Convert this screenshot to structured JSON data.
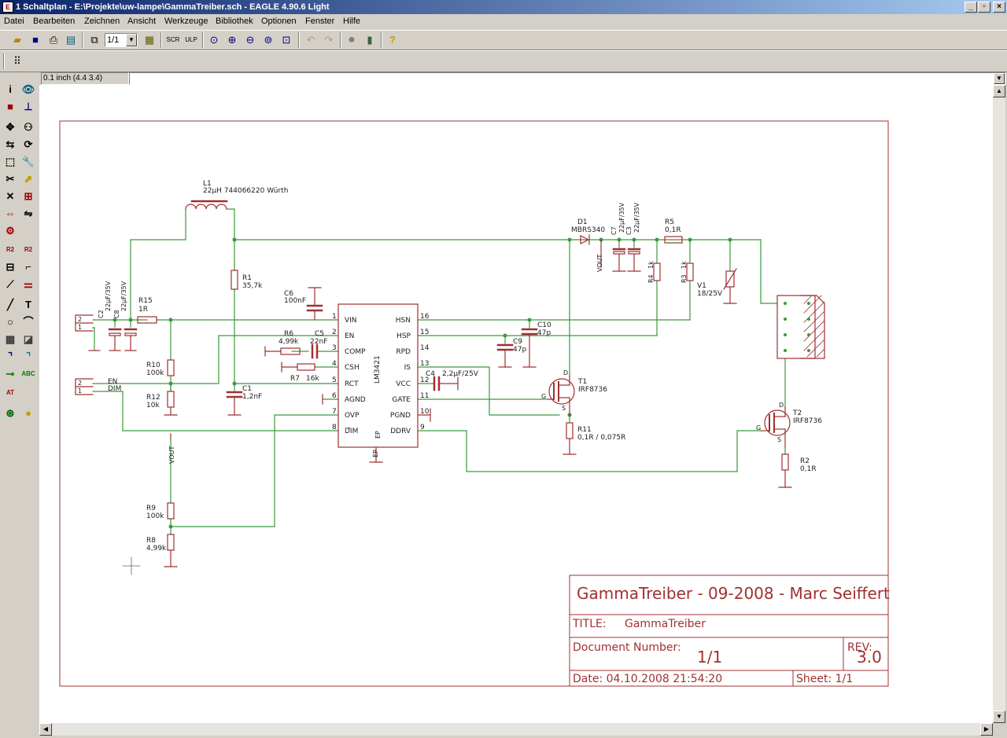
{
  "window": {
    "title": "1 Schaltplan - E:\\Projekte\\uw-lampe\\GammaTreiber.sch - EAGLE 4.90.6 Light",
    "app_icon": "eagle-schematic-icon",
    "controls": [
      "minimize",
      "restore",
      "close"
    ]
  },
  "menu": [
    "Datei",
    "Bearbeiten",
    "Zeichnen",
    "Ansicht",
    "Werkzeuge",
    "Bibliothek",
    "Optionen",
    "Fenster",
    "Hilfe"
  ],
  "toolbar": {
    "sheet_select": "1/1",
    "icons": [
      "open-icon",
      "save-icon",
      "print-icon",
      "cam-icon",
      "sheet-icon",
      "board-icon",
      "script-icon",
      "ulp-icon",
      "zoom-fit-icon",
      "zoom-in-icon",
      "zoom-out-icon",
      "zoom-redraw-icon",
      "zoom-area-icon",
      "undo-icon",
      "redo-icon",
      "stop-icon",
      "go-icon",
      "help-icon"
    ]
  },
  "coordinates": "0.1 inch (4.4 3.4)",
  "command_input": "",
  "schematic": {
    "frame_title": "GammaTreiber - 09-2008 - Marc Seiffert",
    "title_label": "TITLE:",
    "title_value": "GammaTreiber",
    "docnum_label": "Document Number:",
    "docnum_value": "1/1",
    "rev_label": "REV:",
    "rev_value": "3.0",
    "date": "Date: 04.10.2008 21:54:20",
    "sheet": "Sheet: 1/1",
    "ic": {
      "name": "LM3421",
      "ep_label": "EP",
      "left_pins": [
        {
          "num": "1",
          "name": "VIN"
        },
        {
          "num": "2",
          "name": "EN"
        },
        {
          "num": "3",
          "name": "COMP"
        },
        {
          "num": "4",
          "name": "CSH"
        },
        {
          "num": "5",
          "name": "RCT"
        },
        {
          "num": "6",
          "name": "AGND"
        },
        {
          "num": "7",
          "name": "OVP"
        },
        {
          "num": "8",
          "name": "DIM"
        }
      ],
      "right_pins": [
        {
          "num": "16",
          "name": "HSN"
        },
        {
          "num": "15",
          "name": "HSP"
        },
        {
          "num": "14",
          "name": "RPD"
        },
        {
          "num": "13",
          "name": "IS"
        },
        {
          "num": "12",
          "name": "VCC"
        },
        {
          "num": "11",
          "name": "GATE"
        },
        {
          "num": "10",
          "name": "PGND"
        },
        {
          "num": "9",
          "name": "DDRV"
        }
      ]
    },
    "labels": {
      "L1": "L1",
      "L1v": "22µH 744066220 Würth",
      "R1": "R1",
      "R1v": "35,7k",
      "C6": "C6",
      "C6v": "100nF",
      "R6": "R6",
      "R6v": "4,99k",
      "C5": "C5",
      "C5v": "22nF",
      "R7": "R7",
      "R7v": "16k",
      "R10": "R10",
      "R10v": "100k",
      "R12": "R12",
      "R12v": "10k",
      "C1": "C1",
      "C1v": "1,2nF",
      "R15": "R15",
      "R15v": "1R",
      "C2": "C2",
      "C2v": "22µF/35V",
      "C8": "C8",
      "C8v": "22µF/35V",
      "D1": "D1",
      "D1v": "MBRS340",
      "C7": "C7",
      "C7v": "22µF/35V",
      "C3": "C3",
      "C3v": "22µF/35V",
      "R5": "R5",
      "R5v": "0,1R",
      "R4": "R4",
      "R4v": "1k",
      "R3": "R3",
      "R3v": "1k",
      "V1": "V1",
      "V1v": "18/25V",
      "C10": "C10",
      "C10v": "47p",
      "C9": "C9",
      "C9v": "47p",
      "C4": "C4",
      "C4v": "2,2µF/25V",
      "T1": "T1",
      "T1v": "IRF8736",
      "R11": "R11",
      "R11v": "0,1R / 0,075R",
      "T2": "T2",
      "T2v": "IRF8736",
      "R2": "R2",
      "R2v": "0,1R",
      "R9": "R9",
      "R9v": "100k",
      "R8": "R8",
      "R8v": "4,99k",
      "VOUT": "VOUT",
      "EN": "EN",
      "DIM": "DIM",
      "G": "G",
      "D": "D",
      "S": "S",
      "pin1": "1",
      "pin2": "2"
    }
  }
}
